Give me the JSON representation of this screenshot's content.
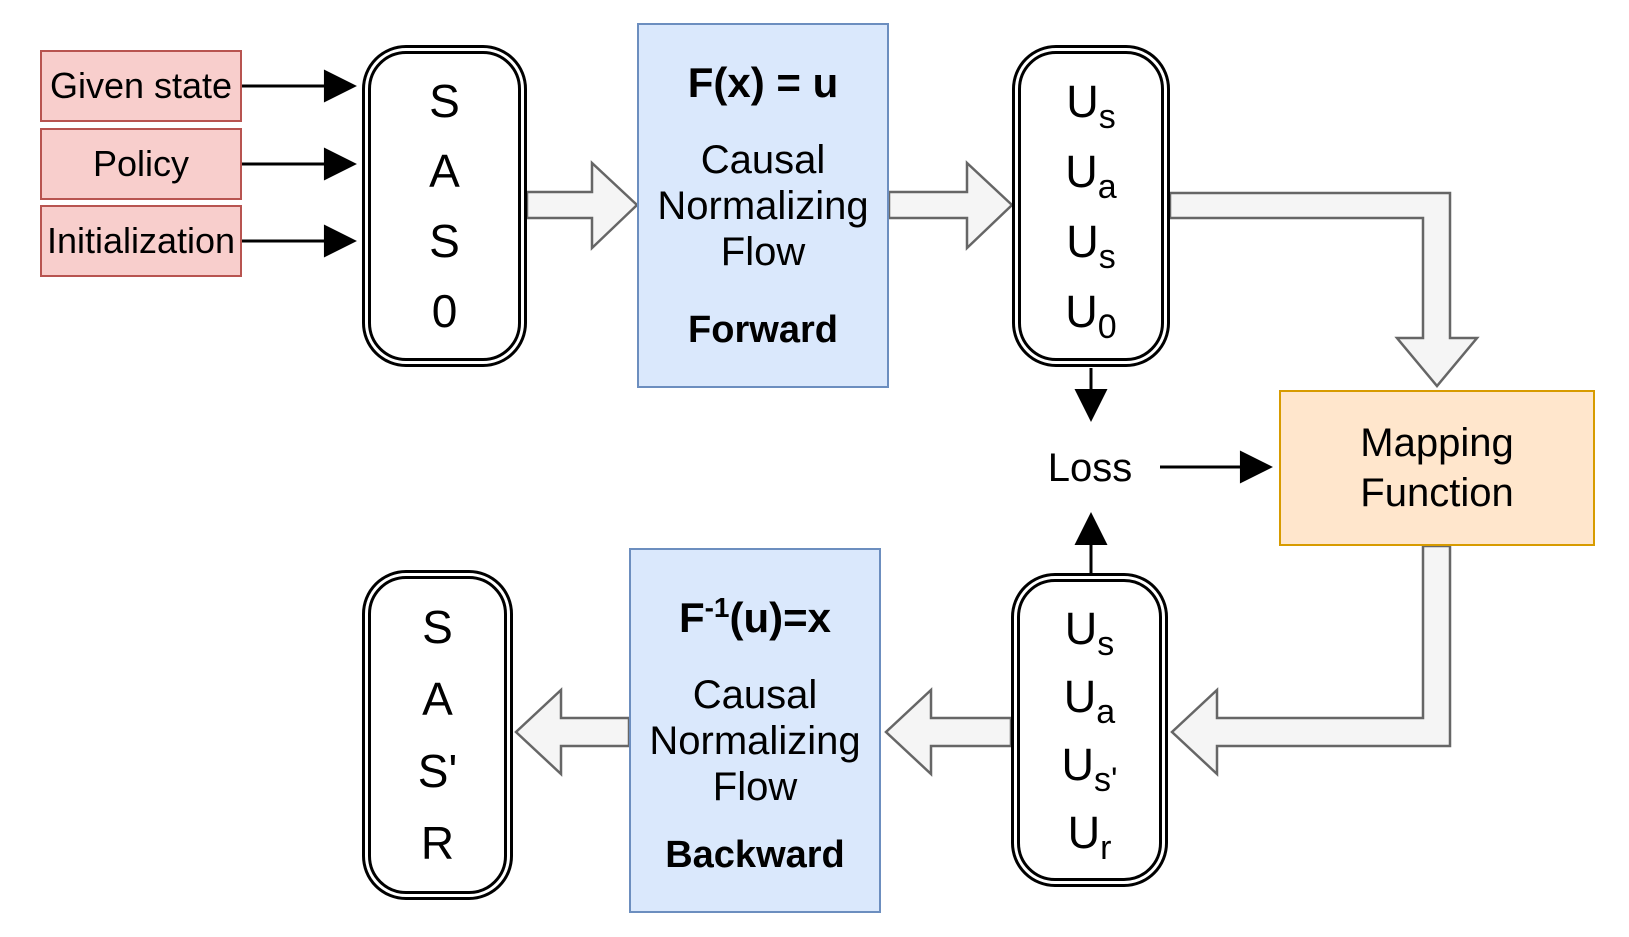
{
  "palette": {
    "input_fill": "#F8CECC",
    "input_stroke": "#B85450",
    "flow_fill": "#DAE8FC",
    "flow_stroke": "#6C8EBF",
    "mapping_fill": "#FFE6CC",
    "mapping_stroke": "#D79B00",
    "thick_arrow_fill": "#F5F5F5",
    "thick_arrow_stroke": "#666666",
    "thin_arrow": "#000000"
  },
  "inputs": [
    {
      "label": "Given state"
    },
    {
      "label": "Policy"
    },
    {
      "label": "Initialization"
    }
  ],
  "saso_box": {
    "items": [
      "S",
      "A",
      "S",
      "0"
    ]
  },
  "forward_flow": {
    "equation": "F(x) = u",
    "lines": [
      "Causal",
      "Normalizing",
      "Flow"
    ],
    "mode": "Forward"
  },
  "u_box_top": {
    "items": [
      {
        "main": "U",
        "sub": "s"
      },
      {
        "main": "U",
        "sub": "a"
      },
      {
        "main": "U",
        "sub": "s"
      },
      {
        "main": "U",
        "sub": "0"
      }
    ]
  },
  "mapping": {
    "lines": [
      "Mapping",
      "Function"
    ]
  },
  "loss": {
    "label": "Loss"
  },
  "u_box_bottom": {
    "items": [
      {
        "main": "U",
        "sub": "s"
      },
      {
        "main": "U",
        "sub": "a"
      },
      {
        "main": "U",
        "sub": "s'"
      },
      {
        "main": "U",
        "sub": "r"
      }
    ]
  },
  "backward_flow": {
    "equation_base": "F",
    "equation_sup": "-1",
    "equation_rest": "(u)=x",
    "lines": [
      "Causal",
      "Normalizing",
      "Flow"
    ],
    "mode": "Backward"
  },
  "sasr_box": {
    "items": [
      "S",
      "A",
      "S'",
      "R"
    ]
  }
}
